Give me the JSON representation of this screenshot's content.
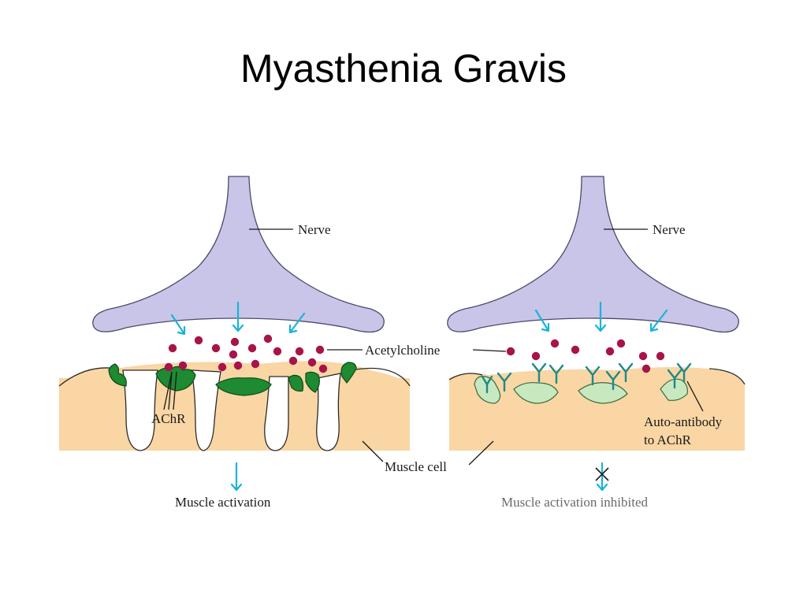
{
  "title": "Myasthenia Gravis",
  "labels": {
    "nerve_left": "Nerve",
    "nerve_right": "Nerve",
    "acetylcholine": "Acetylcholine",
    "achr": "AChR",
    "muscle_cell": "Muscle cell",
    "auto_antibody_line1": "Auto-antibody",
    "auto_antibody_line2": "to AChR",
    "muscle_activation": "Muscle activation",
    "muscle_activation_inhibited": "Muscle activation inhibited"
  },
  "colors": {
    "nerve": "#c9c5e8",
    "muscle": "#f9d6a4",
    "receptor": "#1e8a32",
    "receptor_blocked": "#c8e8c0",
    "acetylcholine": "#a8134a",
    "arrow": "#1ab3d9",
    "antibody": "#1a8a8a"
  }
}
